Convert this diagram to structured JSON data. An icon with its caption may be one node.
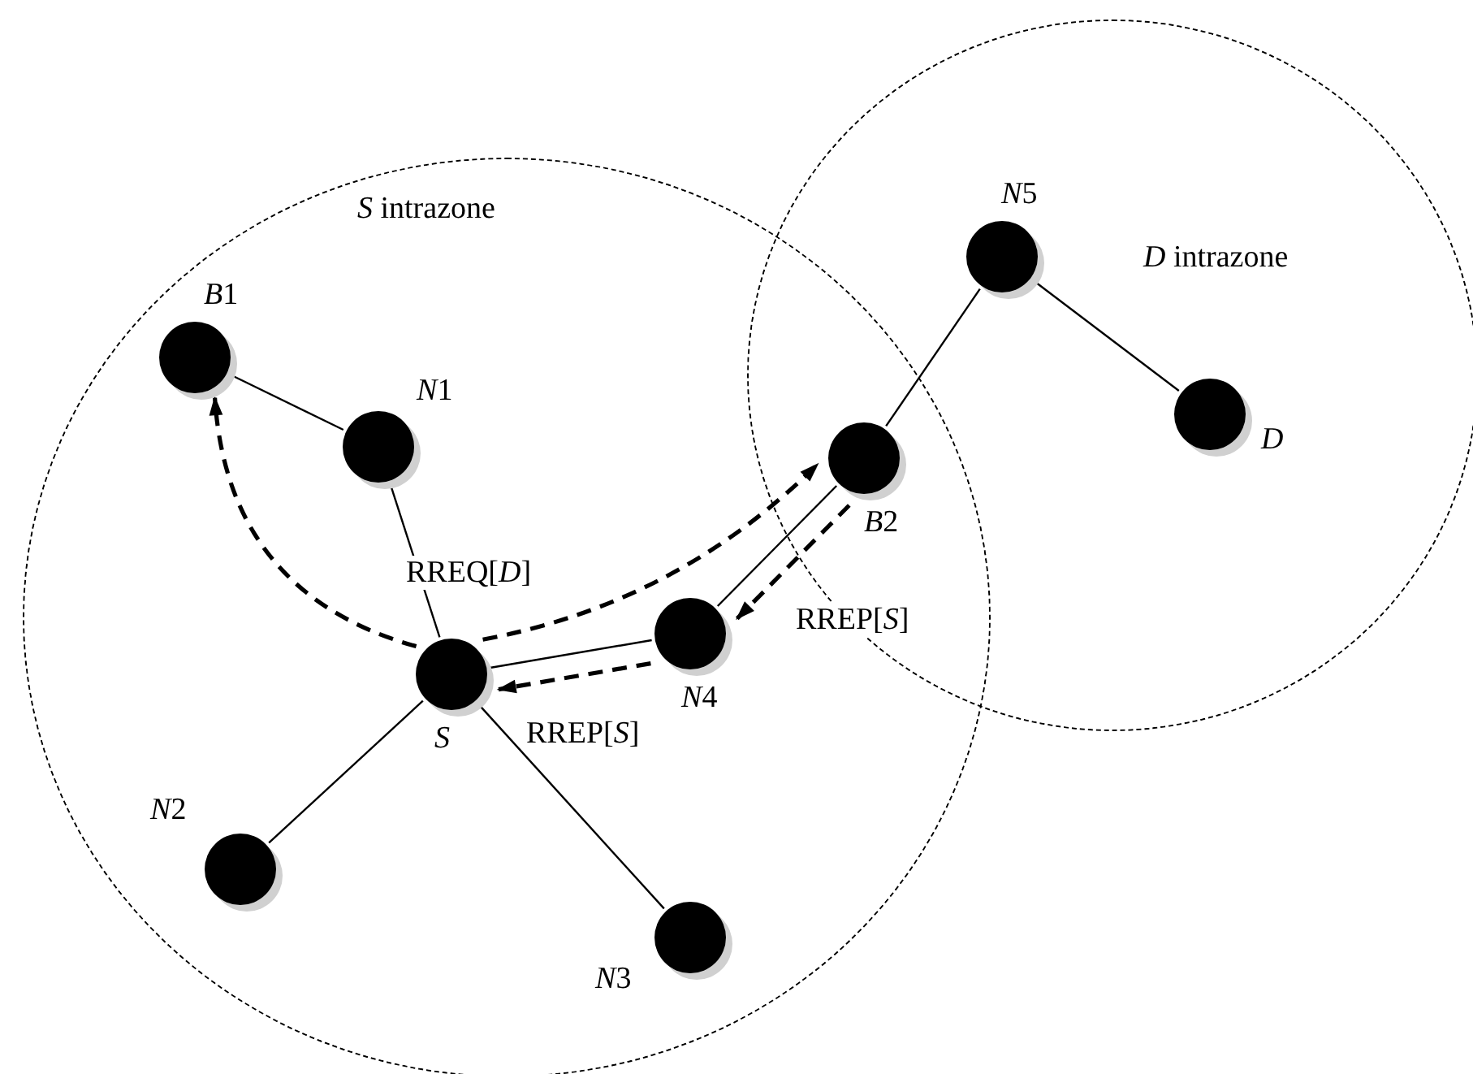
{
  "diagram": {
    "nodes": [
      {
        "text": [
          "*S* intrazone"
        ]
      },
      {
        "text": [
          "*D* intrazone"
        ]
      },
      {
        "text": [],
        "shape": "circle",
        "beside": [
          "B1"
        ],
        "in": 0
      },
      {
        "text": [],
        "shape": "circle",
        "beside": [
          "N1"
        ],
        "in": 0
      },
      {
        "text": [],
        "shape": "circle",
        "beside": [
          "S"
        ],
        "in": 0
      },
      {
        "text": [],
        "shape": "circle",
        "beside": [
          "N2"
        ],
        "in": 0
      },
      {
        "text": [],
        "shape": "circle",
        "beside": [
          "N3"
        ],
        "in": 0
      },
      {
        "text": [],
        "shape": "circle",
        "beside": [
          "N4"
        ],
        "in": 0
      },
      {
        "text": [],
        "shape": "circle",
        "beside": [
          "B2"
        ]
      },
      {
        "text": [],
        "shape": "circle",
        "beside": [
          "N5"
        ],
        "in": 1
      },
      {
        "text": [],
        "shape": "circle",
        "beside": [
          "D"
        ],
        "in": 1
      }
    ],
    "edges": [
      {
        "from": 2,
        "to": 3,
        "arrow": "none"
      },
      {
        "from": 3,
        "to": 4,
        "arrow": "none"
      },
      {
        "from": 4,
        "to": 5,
        "arrow": "none"
      },
      {
        "from": 4,
        "to": 6,
        "arrow": "none"
      },
      {
        "from": 4,
        "to": 7,
        "arrow": "none"
      },
      {
        "from": 7,
        "to": 8,
        "arrow": "none"
      },
      {
        "from": 8,
        "to": 9,
        "arrow": "none"
      },
      {
        "from": 9,
        "to": 10,
        "arrow": "none"
      },
      {
        "from": 4,
        "to": 2,
        "arrow": "to",
        "style": "dashed"
      },
      {
        "from": 4,
        "to": 8,
        "arrow": "to",
        "style": "dashed"
      },
      {
        "from": 8,
        "to": 7,
        "arrow": "to",
        "style": "dashed",
        "label": "RREP[*S*]"
      },
      {
        "from": 7,
        "to": 4,
        "arrow": "to",
        "style": "dashed",
        "label": "RREP[*S*]"
      }
    ],
    "labels": [
      "RREQ[*D*]"
    ]
  }
}
